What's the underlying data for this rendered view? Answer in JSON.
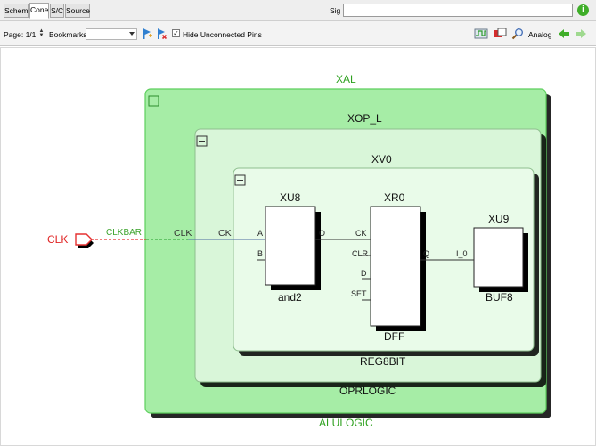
{
  "tabs": [
    "Schem",
    "Cone",
    "S/C",
    "Source"
  ],
  "active_tab": "Cone",
  "sig": {
    "label": "Sig",
    "value": ""
  },
  "toolbar": {
    "page_label": "Page: 1/1",
    "bookmarks_label": "Bookmarks:",
    "bookmarks_value": "",
    "hide_pins_label": "Hide Unconnected Pins",
    "hide_pins_checked": true,
    "analog_label": "Analog",
    "icons": [
      "bookmark-add-icon",
      "bookmark-remove-icon",
      "waveform-icon",
      "stop-icon",
      "search-icon",
      "back-arrow-icon",
      "forward-arrow-icon"
    ]
  },
  "schematic": {
    "outer": {
      "name": "XAL",
      "type": "ALULOGIC"
    },
    "middle": {
      "name": "XOP_L",
      "type": "OPRLOGIC"
    },
    "inner": {
      "name": "XV0",
      "type": "REG8BIT"
    },
    "port": {
      "name": "CLK"
    },
    "nets": {
      "clkbar": "CLKBAR",
      "clk": "CLK",
      "ck": "CK",
      "o": "O",
      "q": "Q"
    },
    "gates": [
      {
        "name": "XU8",
        "type": "and2",
        "pins": [
          "A",
          "B",
          "O"
        ]
      },
      {
        "name": "XR0",
        "type": "DFF",
        "pins": [
          "CK",
          "CLR",
          "D",
          "SET",
          "Q"
        ]
      },
      {
        "name": "XU9",
        "type": "BUF8",
        "pins": [
          "I_0"
        ]
      }
    ],
    "colors": {
      "outer_fill": "#a6eda6",
      "outer_border": "#5ecf5e",
      "middle_fill": "#d9f6d9",
      "inner_fill": "#e9fbe9",
      "port": "#e53030",
      "highlight_net": "#3cb043"
    }
  }
}
